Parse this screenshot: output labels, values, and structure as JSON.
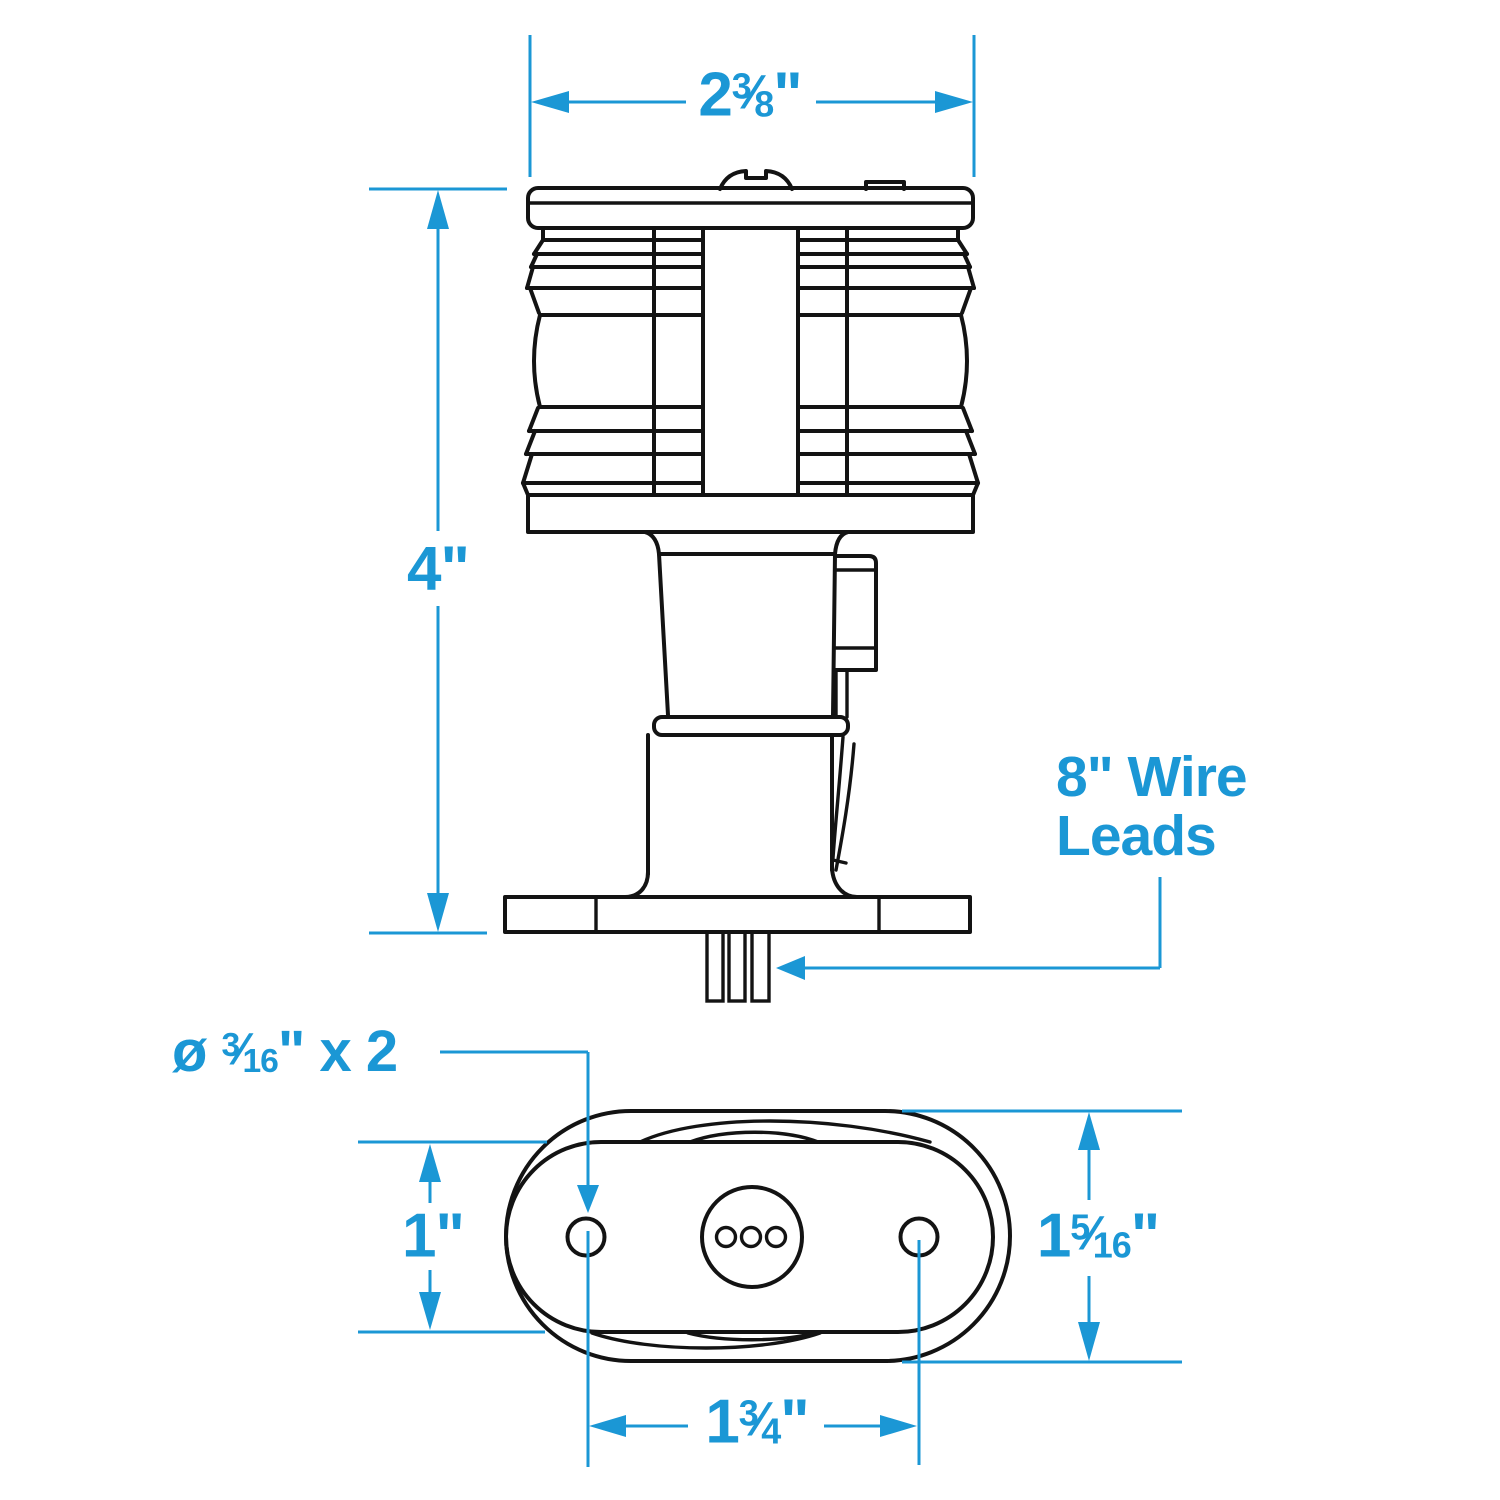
{
  "colors": {
    "accent": "#1b97d5",
    "line": "#131313",
    "background": "#ffffff"
  },
  "side_view": {
    "width_dim": {
      "whole": "2",
      "num": "3",
      "slash": "⁄",
      "den": "8",
      "suffix": "\""
    },
    "height_dim": "4\"",
    "wire_leads": {
      "line1": "8\" Wire",
      "line2": "Leads"
    }
  },
  "bottom_view": {
    "hole_callout": {
      "prefix": "ø ",
      "num": "3",
      "slash": "⁄",
      "den": "16",
      "suffix": "\" x 2"
    },
    "base_height_dim": "1\"",
    "overall_width_dim": {
      "whole": "1",
      "num": "5",
      "slash": "⁄",
      "den": "16",
      "suffix": "\""
    },
    "hole_spacing_dim": {
      "whole": "1",
      "num": "3",
      "slash": "⁄",
      "den": "4",
      "suffix": "\""
    }
  }
}
